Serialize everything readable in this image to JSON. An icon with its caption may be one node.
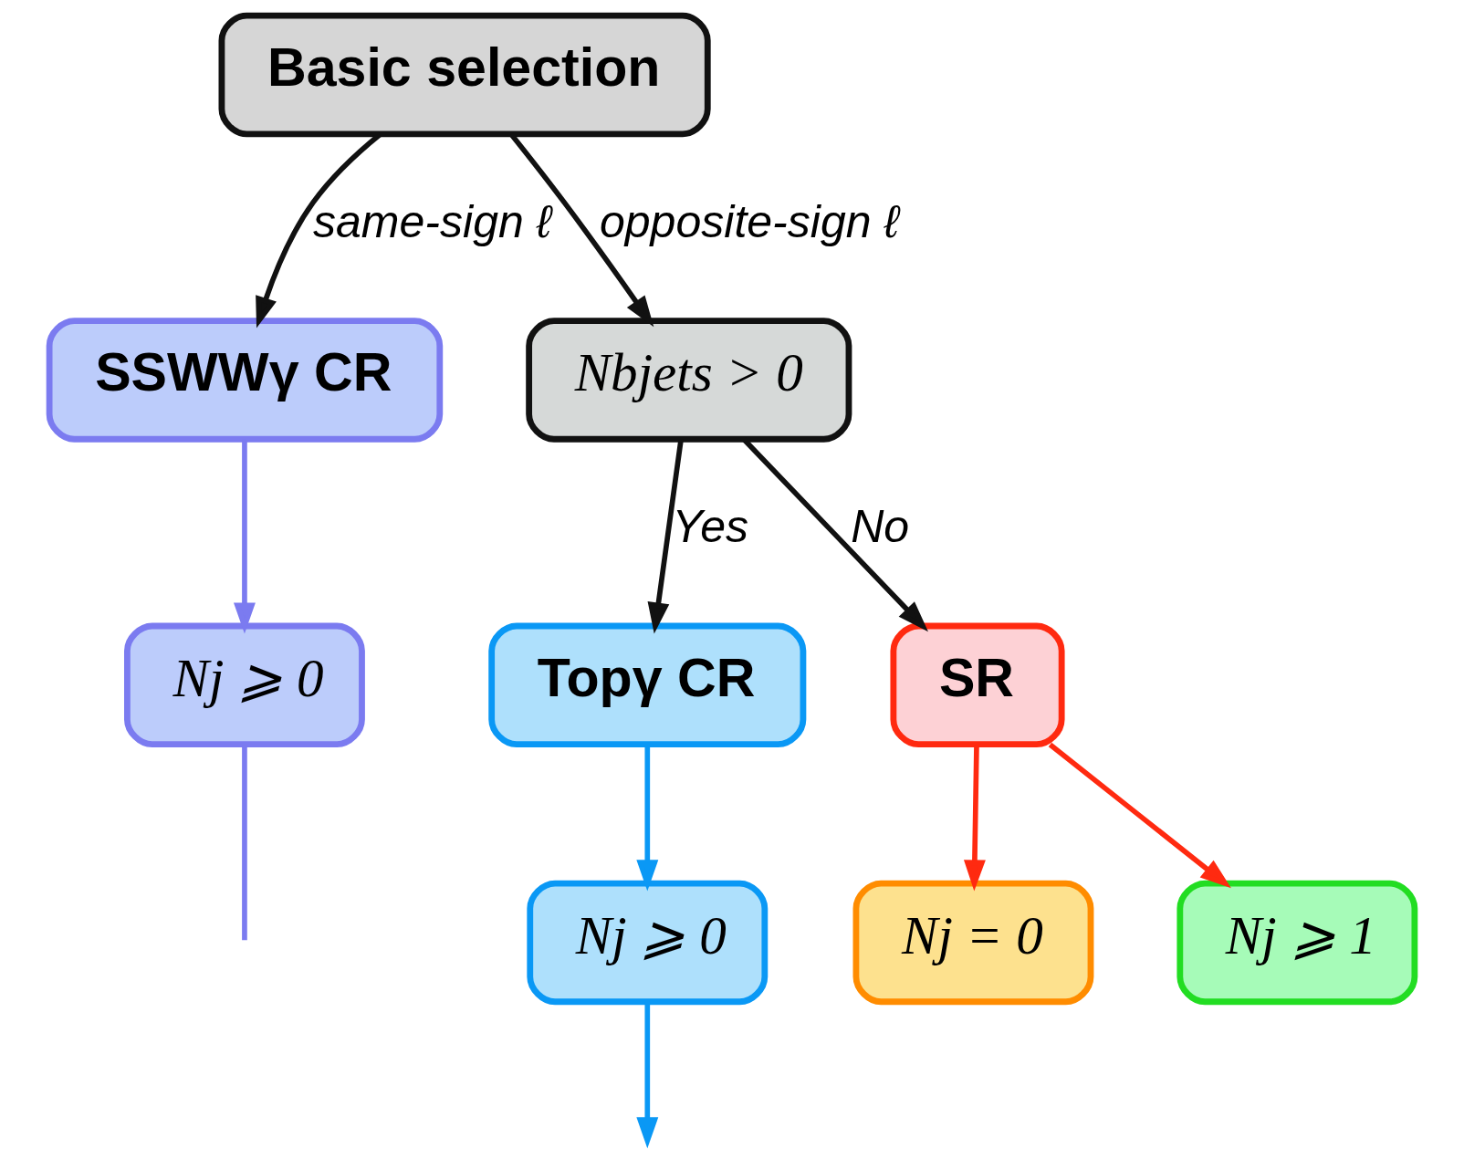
{
  "diagram": {
    "nodes": [
      {
        "text": [
          "Basic selection"
        ]
      },
      {
        "text": [
          "SSWWγ CR"
        ]
      },
      {
        "text": [
          "Nbjets > 0"
        ]
      },
      {
        "text": [
          "Nj ⩾ 0"
        ]
      },
      {
        "text": [
          "Topγ CR"
        ]
      },
      {
        "text": [
          "SR"
        ]
      },
      {
        "text": [
          "Nj ⩾ 0"
        ]
      },
      {
        "text": [
          "Nj = 0"
        ]
      },
      {
        "text": [
          "Nj ⩾ 1"
        ]
      }
    ],
    "edges": [
      {
        "from": 0,
        "to": 1,
        "arrow": "to",
        "label": "same-sign ℓ"
      },
      {
        "from": 0,
        "to": 2,
        "arrow": "to",
        "label": "opposite-sign ℓ"
      },
      {
        "from": 1,
        "to": 3,
        "arrow": "to",
        "color": "#7b7bf0"
      },
      {
        "from": 3,
        "to": null,
        "arrow": "none",
        "color": "#7b7bf0"
      },
      {
        "from": 2,
        "to": 4,
        "arrow": "to",
        "label": "Yes"
      },
      {
        "from": 2,
        "to": 5,
        "arrow": "to",
        "label": "No"
      },
      {
        "from": 4,
        "to": 6,
        "arrow": "to",
        "color": "#0a98f5"
      },
      {
        "from": 6,
        "to": null,
        "arrow": "to",
        "color": "#0a98f5"
      },
      {
        "from": 5,
        "to": 7,
        "arrow": "to",
        "color": "#ff2a10"
      },
      {
        "from": 5,
        "to": 8,
        "arrow": "to",
        "color": "#ff2a10"
      }
    ]
  }
}
